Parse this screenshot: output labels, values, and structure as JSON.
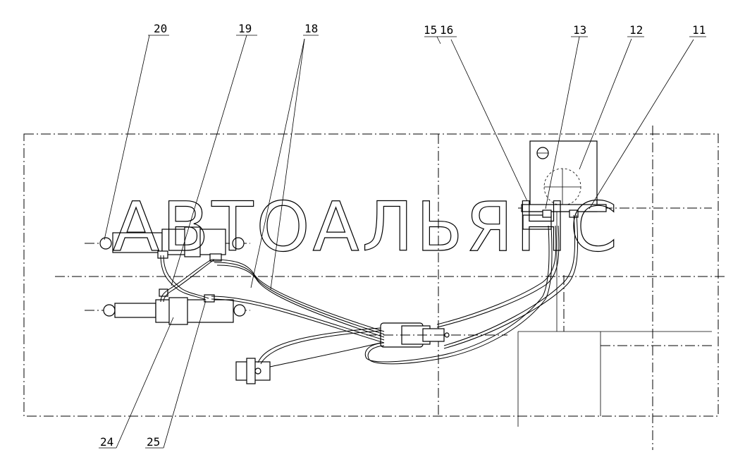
{
  "watermark": "АВТОАЛЬЯНС",
  "callouts": {
    "c20": "20",
    "c19": "19",
    "c18": "18",
    "c15": "15",
    "c16": "16",
    "c13": "13",
    "c12": "12",
    "c11": "11",
    "c24": "24",
    "c25": "25"
  }
}
